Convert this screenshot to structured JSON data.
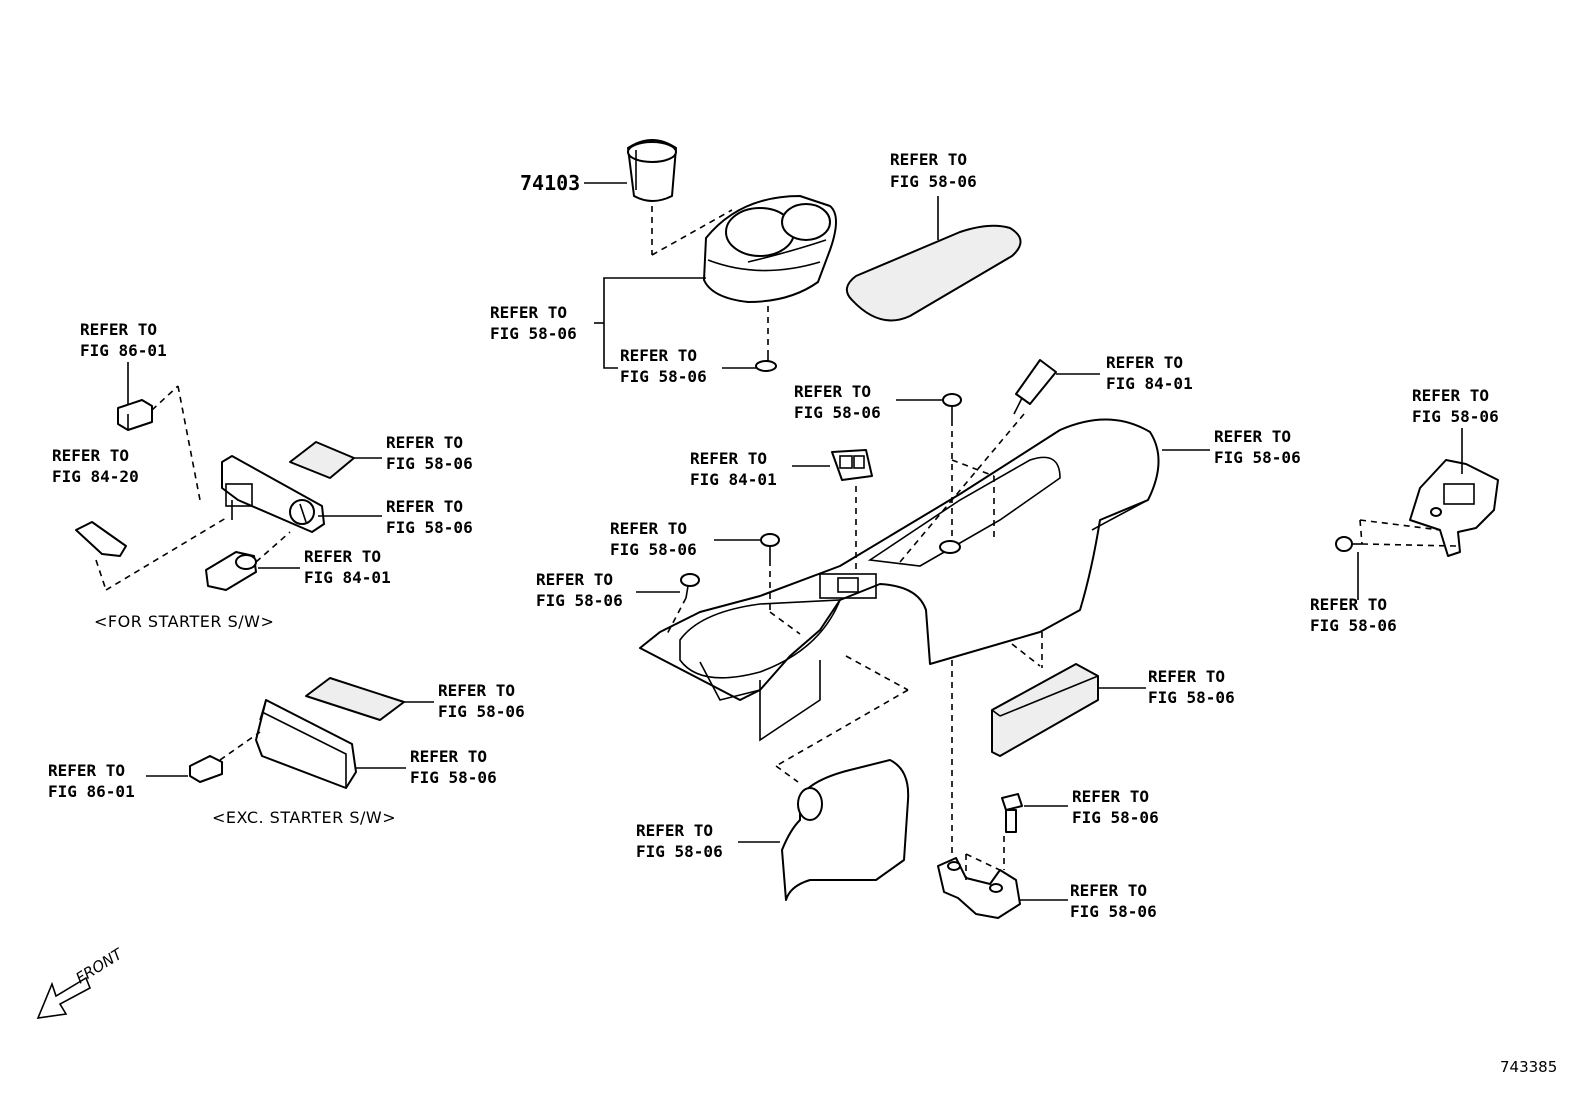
{
  "part_number": "74103",
  "callouts": {
    "fig58_cup_holder": {
      "line1": "REFER TO",
      "line2": "FIG 58-06"
    },
    "fig58_mat": {
      "line1": "REFER TO",
      "line2": "FIG 58-06"
    },
    "fig58_cup_screw": {
      "line1": "REFER TO",
      "line2": "FIG 58-06"
    },
    "fig84_top": {
      "line1": "REFER TO",
      "line2": "FIG 84-01"
    },
    "fig58_screw_center": {
      "line1": "REFER TO",
      "line2": "FIG 58-06"
    },
    "fig58_console_body": {
      "line1": "REFER TO",
      "line2": "FIG 58-06"
    },
    "fig84_switch": {
      "line1": "REFER TO",
      "line2": "FIG 84-01"
    },
    "fig58_bracket_right": {
      "line1": "REFER TO",
      "line2": "FIG 58-06"
    },
    "fig58_screw_left1": {
      "line1": "REFER TO",
      "line2": "FIG 58-06"
    },
    "fig58_screw_left2": {
      "line1": "REFER TO",
      "line2": "FIG 58-06"
    },
    "fig58_nut_right": {
      "line1": "REFER TO",
      "line2": "FIG 58-06"
    },
    "fig58_pad": {
      "line1": "REFER TO",
      "line2": "FIG 58-06"
    },
    "fig58_boot": {
      "line1": "REFER TO",
      "line2": "FIG 58-06"
    },
    "fig58_bolt": {
      "line1": "REFER TO",
      "line2": "FIG 58-06"
    },
    "fig58_bracket_bottom": {
      "line1": "REFER TO",
      "line2": "FIG 58-06"
    },
    "fig86_starter": {
      "line1": "REFER TO",
      "line2": "FIG 86-01"
    },
    "fig84_20": {
      "line1": "REFER TO",
      "line2": "FIG 84-20"
    },
    "fig58_panel_a": {
      "line1": "REFER TO",
      "line2": "FIG 58-06"
    },
    "fig58_panel_b": {
      "line1": "REFER TO",
      "line2": "FIG 58-06"
    },
    "fig84_socket": {
      "line1": "REFER TO",
      "line2": "FIG 84-01"
    },
    "fig58_exc_mat": {
      "line1": "REFER TO",
      "line2": "FIG 58-06"
    },
    "fig58_exc_box": {
      "line1": "REFER TO",
      "line2": "FIG 58-06"
    },
    "fig86_exc": {
      "line1": "REFER TO",
      "line2": "FIG 86-01"
    }
  },
  "captions": {
    "for_starter": "<FOR STARTER S/W>",
    "exc_starter": "<EXC. STARTER S/W>",
    "front": "FRONT"
  },
  "diagram_id": "743385"
}
